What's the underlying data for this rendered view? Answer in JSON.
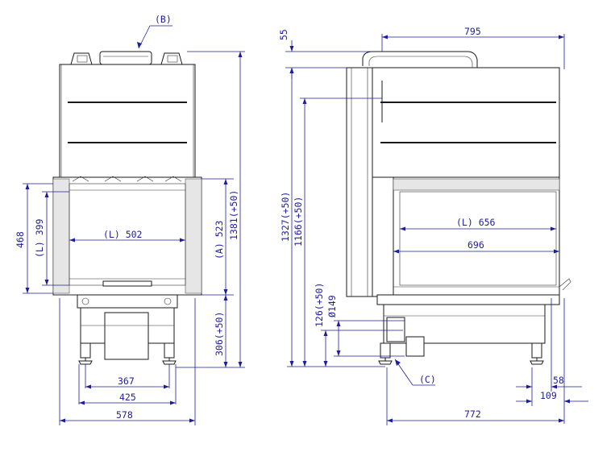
{
  "colors": {
    "dimension": "#1e1e9c",
    "outline": "#1a1a1a",
    "glass": "#e6e6e6"
  },
  "front_view": {
    "label_b": "(B)",
    "dim_L_width": "(L) 502",
    "dim_578": "578",
    "dim_425": "425",
    "dim_367": "367",
    "dim_468": "468",
    "dim_L_399": "(L) 399",
    "dim_A_523": "(A) 523",
    "dim_1381": "1381(+50)",
    "dim_306": "306(+50)"
  },
  "side_view": {
    "dim_55": "55",
    "dim_795": "795",
    "dim_1327": "1327(+50)",
    "dim_1166": "1166(+50)",
    "dim_126": "126(+50)",
    "dim_149": "Ø149",
    "dim_L_656": "(L) 656",
    "dim_696": "696",
    "label_c": "(C)",
    "dim_58": "58",
    "dim_109": "109",
    "dim_772": "772"
  }
}
